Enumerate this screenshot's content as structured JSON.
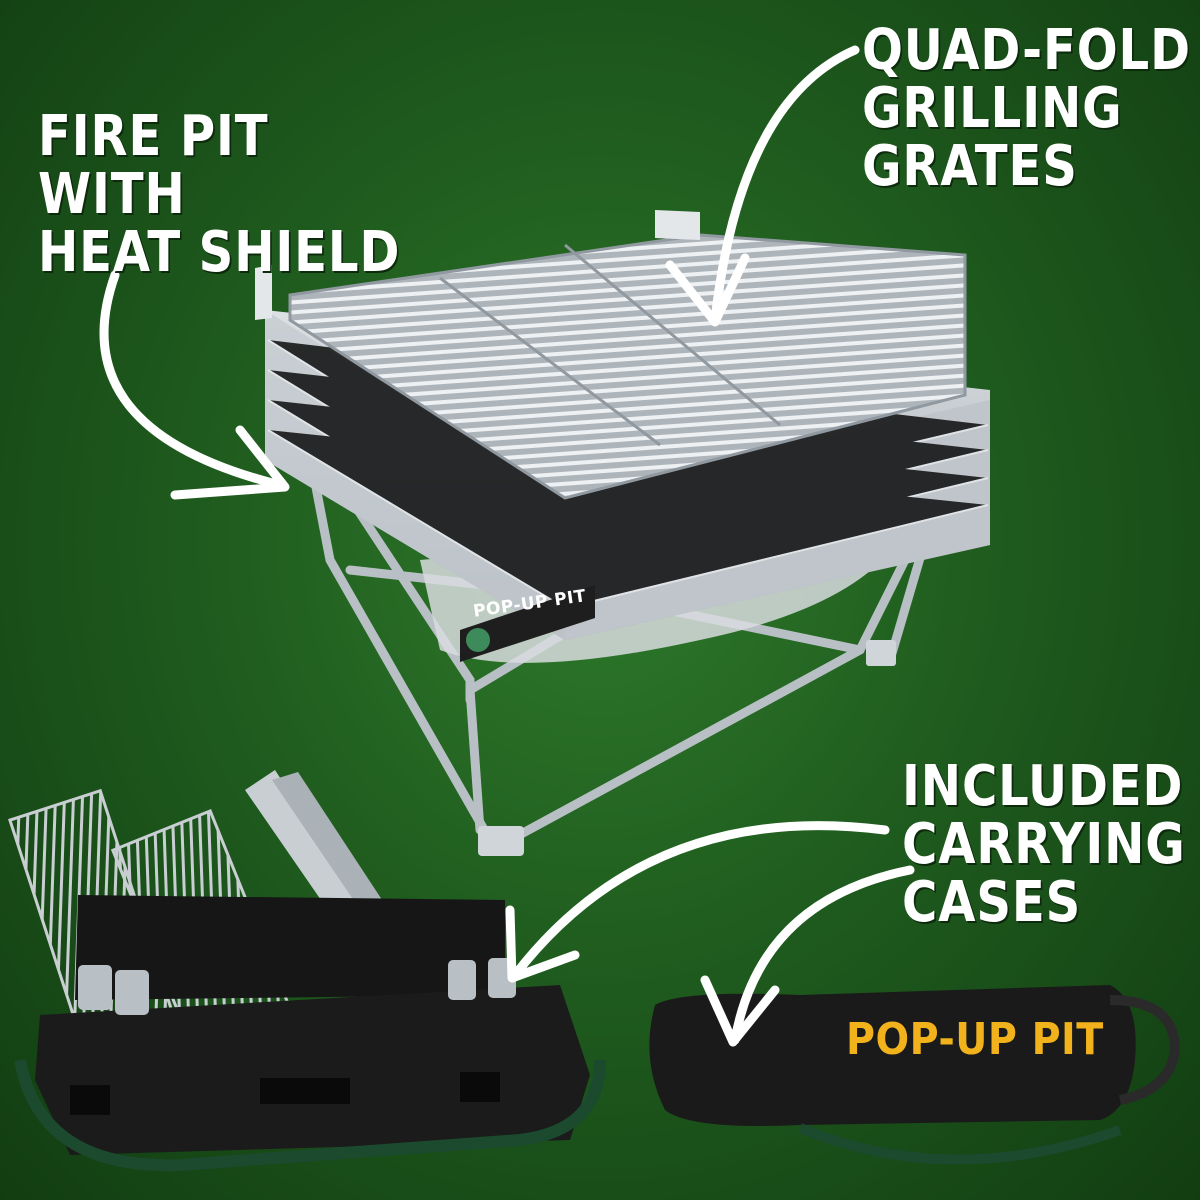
{
  "callouts": {
    "fire_pit": [
      "FIRE PIT",
      "WITH",
      "HEAT SHIELD"
    ],
    "grates": [
      "QUAD-FOLD",
      "GRILLING",
      "GRATES"
    ],
    "cases": [
      "INCLUDED",
      "CARRYING",
      "CASES"
    ]
  },
  "product": {
    "pit_label": "POP-UP PIT",
    "bag_label": "POP-UP PIT"
  },
  "colors": {
    "background": "#1f5c1e",
    "text": "#ffffff",
    "brand_yellow": "#f2b21c",
    "steel": "#c9ced2",
    "bag_black": "#1a1a1a",
    "strap_green": "#1b4a2e"
  }
}
